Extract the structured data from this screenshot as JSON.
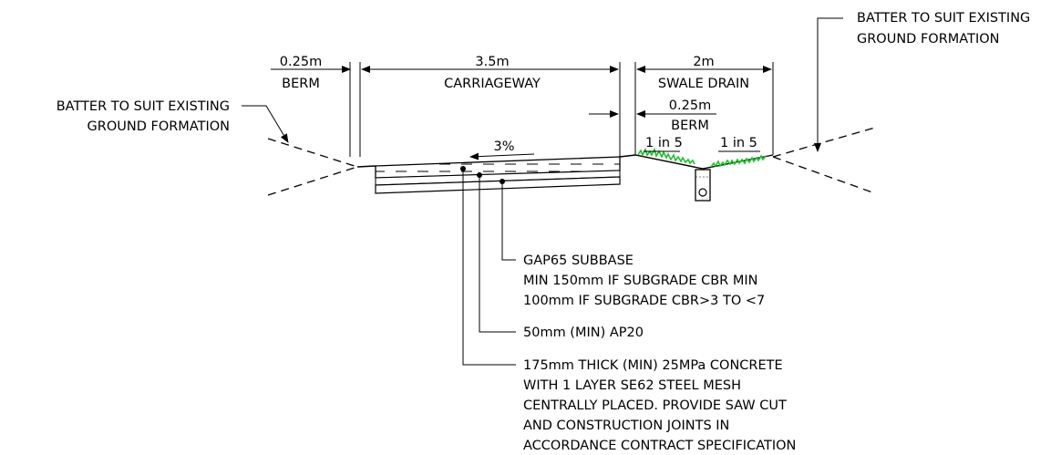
{
  "dimensions": {
    "berm_left_value": "0.25m",
    "berm_left_label": "BERM",
    "carriageway_value": "3.5m",
    "carriageway_label": "CARRIAGEWAY",
    "swale_value": "2m",
    "swale_label": "SWALE DRAIN",
    "berm_right_value": "0.25m",
    "berm_right_label": "BERM"
  },
  "slopes": {
    "carriageway_crossfall": "3%",
    "swale_left": "1 in 5",
    "swale_right": "1 in 5"
  },
  "batter_left": {
    "line1": "BATTER TO SUIT EXISTING",
    "line2": "GROUND FORMATION"
  },
  "batter_right": {
    "line1": "BATTER TO SUIT EXISTING",
    "line2": "GROUND FORMATION"
  },
  "notes": {
    "subbase": [
      "GAP65 SUBBASE",
      "MIN 150mm IF SUBGRADE CBR MIN",
      "100mm IF SUBGRADE CBR>3 TO <7"
    ],
    "basecourse": [
      "50mm (MIN) AP20"
    ],
    "concrete": [
      "175mm THICK (MIN) 25MPa CONCRETE",
      "WITH 1 LAYER SE62 STEEL MESH",
      "CENTRALLY PLACED. PROVIDE SAW CUT",
      "AND CONSTRUCTION JOINTS IN",
      "ACCORDANCE CONTRACT SPECIFICATION"
    ]
  }
}
